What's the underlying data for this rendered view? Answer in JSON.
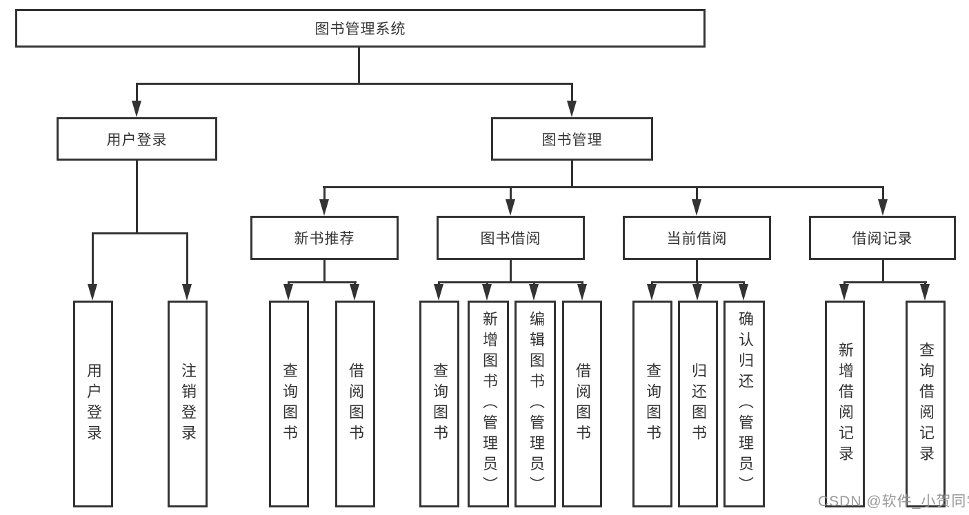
{
  "diagram": {
    "title": "图书管理系统",
    "branches": [
      {
        "label": "用户登录",
        "children": [
          {
            "label": "用户登录"
          },
          {
            "label": "注销登录"
          }
        ]
      },
      {
        "label": "图书管理",
        "children": [
          {
            "label": "新书推荐",
            "children": [
              {
                "label": "查询图书"
              },
              {
                "label": "借阅图书"
              }
            ]
          },
          {
            "label": "图书借阅",
            "children": [
              {
                "label": "查询图书"
              },
              {
                "label": "新增图书（管理员）"
              },
              {
                "label": "编辑图书（管理员）"
              },
              {
                "label": "借阅图书"
              }
            ]
          },
          {
            "label": "当前借阅",
            "children": [
              {
                "label": "查询图书"
              },
              {
                "label": "归还图书"
              },
              {
                "label": "确认归还（管理员）"
              }
            ]
          },
          {
            "label": "借阅记录",
            "children": [
              {
                "label": "新增借阅记录"
              },
              {
                "label": "查询借阅记录"
              }
            ]
          }
        ]
      }
    ]
  },
  "watermark": "CSDN @软件_小贺同学",
  "colors": {
    "line": "#333333",
    "text": "#333333",
    "watermark": "#8f8f8f",
    "background": "#ffffff"
  }
}
